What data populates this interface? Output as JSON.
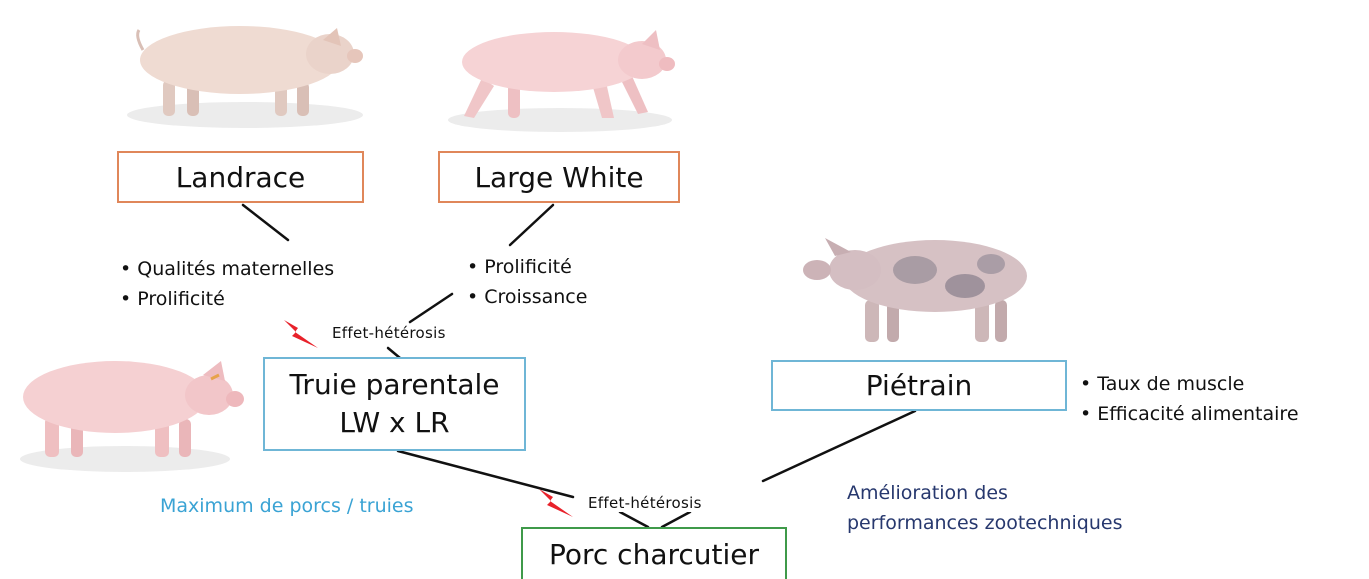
{
  "breeds": {
    "landrace": "Landrace",
    "large_white": "Large White",
    "pietrain": "Piétrain"
  },
  "truie": {
    "line1": "Truie parentale",
    "line2": "LW x LR"
  },
  "porc": "Porc charcutier",
  "landrace_traits": [
    "Qualités maternelles",
    "Prolificité"
  ],
  "large_white_traits": [
    "Prolificité",
    "Croissance"
  ],
  "pietrain_traits": [
    "Taux de muscle",
    "Efficacité alimentaire"
  ],
  "heterosis_label_1": "Effet-hétérosis",
  "heterosis_label_2": "Effet-hétérosis",
  "note_truie": "Maximum de porcs / truies",
  "note_porc": [
    "Amélioration des",
    "performances zootechniques"
  ],
  "colors": {
    "orange_border": "#e0875a",
    "blue_border": "#6fb6d6",
    "green_border": "#3f9a4a",
    "note_blue": "#3aa3d4",
    "note_navy": "#27386e",
    "bolt_red": "#e8212a"
  }
}
